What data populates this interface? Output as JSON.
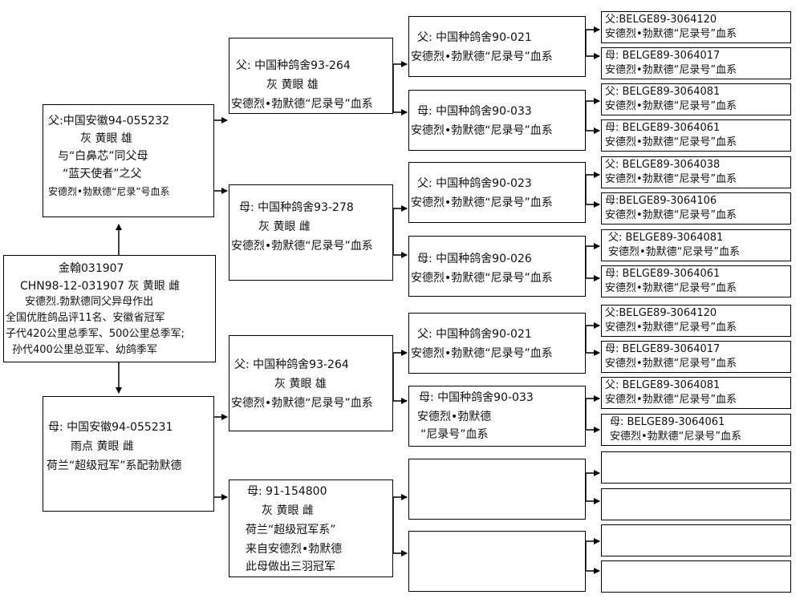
{
  "subject": {
    "line1": "金翰031907",
    "line2": "CHN98-12-031907 灰 黄眼 雌",
    "line3": "安德烈.勃默德同父异母作出",
    "line4": "全国优胜鸽品评11名、安徽省冠军",
    "line5": "子代420公里总季军、500公里总季军;",
    "line6": "孙代400公里总亚军、幼鸽季军"
  },
  "sire": {
    "line1": "父:中国安徽94-055232",
    "line2": "灰 黄眼 雄",
    "line3": "与“白鼻芯”同父母",
    "line4": "“蓝天使者”之父",
    "line5": "安德烈•勃默德“尼录”号血系"
  },
  "dam": {
    "line1": "母: 中国安徽94-055231",
    "line2": "雨点 黄眼 雌",
    "line3": "荷兰“超级冠军”系配勃默德"
  },
  "gen2": [
    {
      "line1": "父: 中国种鸽舍93-264",
      "line2": "灰 黄眼 雄",
      "line3": "安德烈•勃默德“尼录号”血系"
    },
    {
      "line1": "母: 中国种鸽舍93-278",
      "line2": "灰 黄眼 雌",
      "line3": "安德烈•勃默德“尼录号”血系"
    },
    {
      "line1": "父: 中国种鸽舍93-264",
      "line2": "灰 黄眼 雄",
      "line3": "安德烈•勃默德“尼录号”血系"
    },
    {
      "line1": "母: 91-154800",
      "line2": "灰 黄眼 雌",
      "line3": "荷兰“超级冠军系”",
      "line4": "来自安德烈•勃默德",
      "line5": "此母做出三羽冠军"
    }
  ],
  "gen3": [
    {
      "line1": "父: 中国种鸽舍90-021",
      "line2": "安德烈•勃默德“尼录号”血系"
    },
    {
      "line1": "母: 中国种鸽舍90-033",
      "line2": "安德烈•勃默德“尼录号”血系"
    },
    {
      "line1": "父: 中国种鸽舍90-023",
      "line2": "安德烈•勃默德“尼录号”血系"
    },
    {
      "line1": "母: 中国种鸽舍90-026",
      "line2": "安德烈•勃默德“尼录号”血系"
    },
    {
      "line1": "父: 中国种鸽舍90-021",
      "line2": "安德烈•勃默德“尼录号”血系"
    },
    {
      "line1": "母: 中国种鸽舍90-033",
      "line2": "安德烈•勃默德",
      "line3": "“尼录号”血系"
    },
    {
      "line1": "",
      "line2": ""
    },
    {
      "line1": "",
      "line2": ""
    }
  ],
  "gen4": [
    {
      "line1": "父:BELGE89-3064120",
      "line2": "安德烈•勃默德“尼录号”血系"
    },
    {
      "line1": "母: BELGE89-3064017",
      "line2": "安德烈•勃默德“尼录号”血系"
    },
    {
      "line1": "父: BELGE89-3064081",
      "line2": "安德烈•勃默德“尼录号”血系"
    },
    {
      "line1": "母: BELGE89-3064061",
      "line2": "安德烈•勃默德“尼录号”血系"
    },
    {
      "line1": "父: BELGE89-3064038",
      "line2": "安德烈•勃默德“尼录号”血系"
    },
    {
      "line1": "母:BELGE89-3064106",
      "line2": "安德烈•勃默德“尼录号”血系"
    },
    {
      "line1": "父: BELGE89-3064081",
      "line2": "安德烈•勃默德“尼录号”血系"
    },
    {
      "line1": "母: BELGE89-3064061",
      "line2": "安德烈•勃默德“尼录号”血系"
    },
    {
      "line1": "父:BELGE89-3064120",
      "line2": "安德烈•勃默德“尼录号”血系"
    },
    {
      "line1": "母: BELGE89-3064017",
      "line2": "安德烈•勃默德“尼录号”血系"
    },
    {
      "line1": "父: BELGE89-3064081",
      "line2": "安德烈•勃默德“尼录号”血系"
    },
    {
      "line1": "母: BELGE89-3064061",
      "line2": "安德烈•勃默德“尼录号”血系"
    },
    {
      "line1": "",
      "line2": ""
    },
    {
      "line1": "",
      "line2": ""
    },
    {
      "line1": "",
      "line2": ""
    },
    {
      "line1": "",
      "line2": ""
    }
  ]
}
